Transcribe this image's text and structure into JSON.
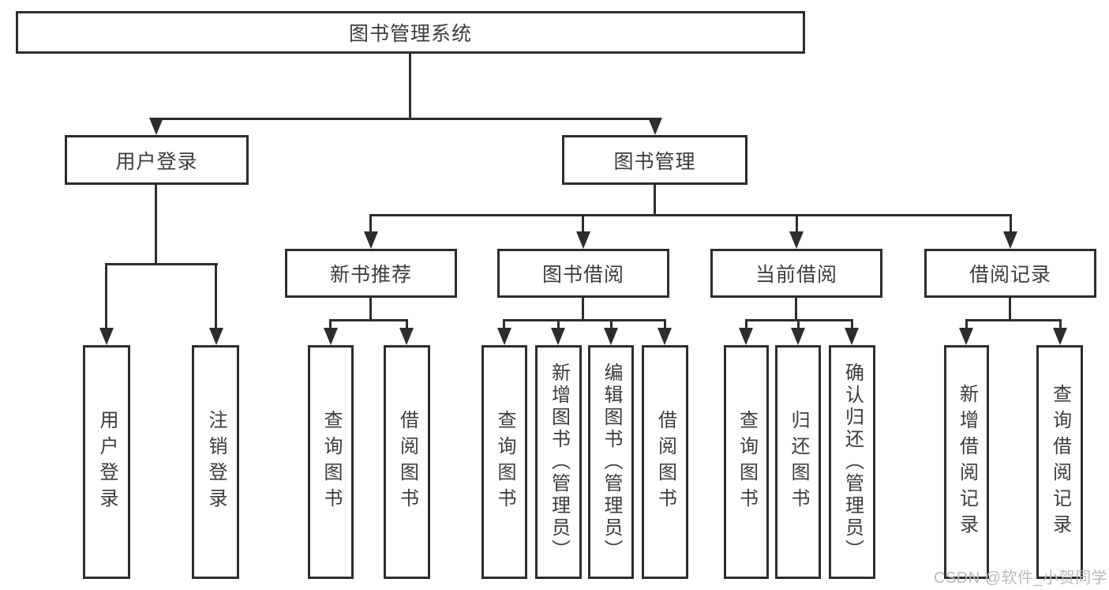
{
  "diagram": {
    "title": "图书管理系统",
    "watermark": "CSDN @软件_小贺同学",
    "colors": {
      "line": "#2d2d2d",
      "box_border": "#2d2d2d",
      "text": "#3c3c3c",
      "watermark": "#bababa",
      "background": "#ffffff"
    },
    "nodes": {
      "root": "图书管理系统",
      "user_login": "用户登录",
      "book_management": "图书管理",
      "new_book_recommend": "新书推荐",
      "book_borrow": "图书借阅",
      "current_borrow": "当前借阅",
      "borrow_records": "借阅记录",
      "user_login_children": [
        "用户登录",
        "注销登录"
      ],
      "new_book_children": [
        "查询图书",
        "借阅图书"
      ],
      "book_borrow_children": [
        "查询图书",
        "新增图书（管理员）",
        "编辑图书（管理员）",
        "借阅图书"
      ],
      "current_borrow_children": [
        "查询图书",
        "归还图书",
        "确认归还（管理员）"
      ],
      "borrow_records_children": [
        "新增借阅记录",
        "查询借阅记录"
      ]
    }
  }
}
